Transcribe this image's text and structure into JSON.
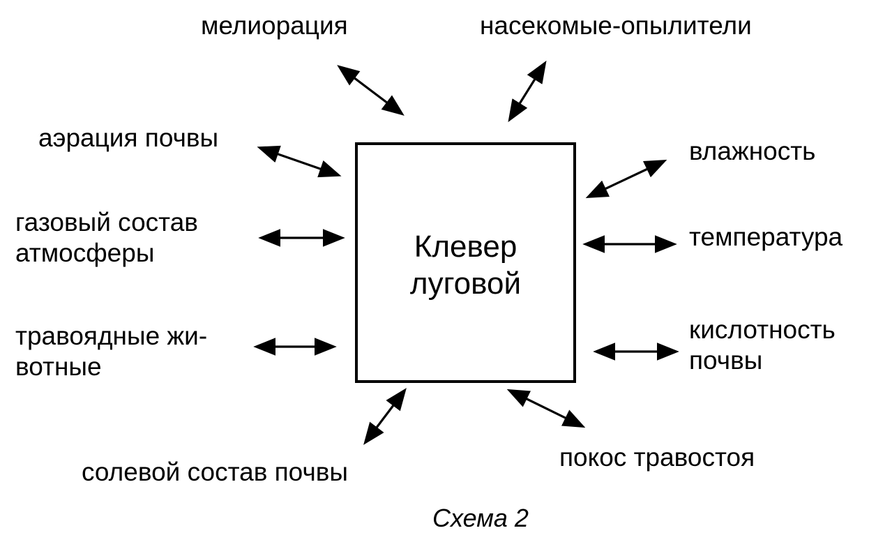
{
  "center": {
    "line1": "Клевер",
    "line2": "луговой"
  },
  "factors": {
    "melioration": "мелиорация",
    "pollinators": "насекомые-опылители",
    "soil_aeration": "аэрация почвы",
    "humidity": "влажность",
    "gas_line1": "газовый состав",
    "gas_line2": "атмосферы",
    "temperature": "температура",
    "herbivores_line1": "травоядные жи-",
    "herbivores_line2": "вотные",
    "acidity_line1": "кислотность",
    "acidity_line2": "почвы",
    "salt": "солевой состав почвы",
    "mowing": "покос травостоя"
  },
  "caption": "Схема 2",
  "colors": {
    "stroke": "#000000",
    "background": "#ffffff"
  }
}
